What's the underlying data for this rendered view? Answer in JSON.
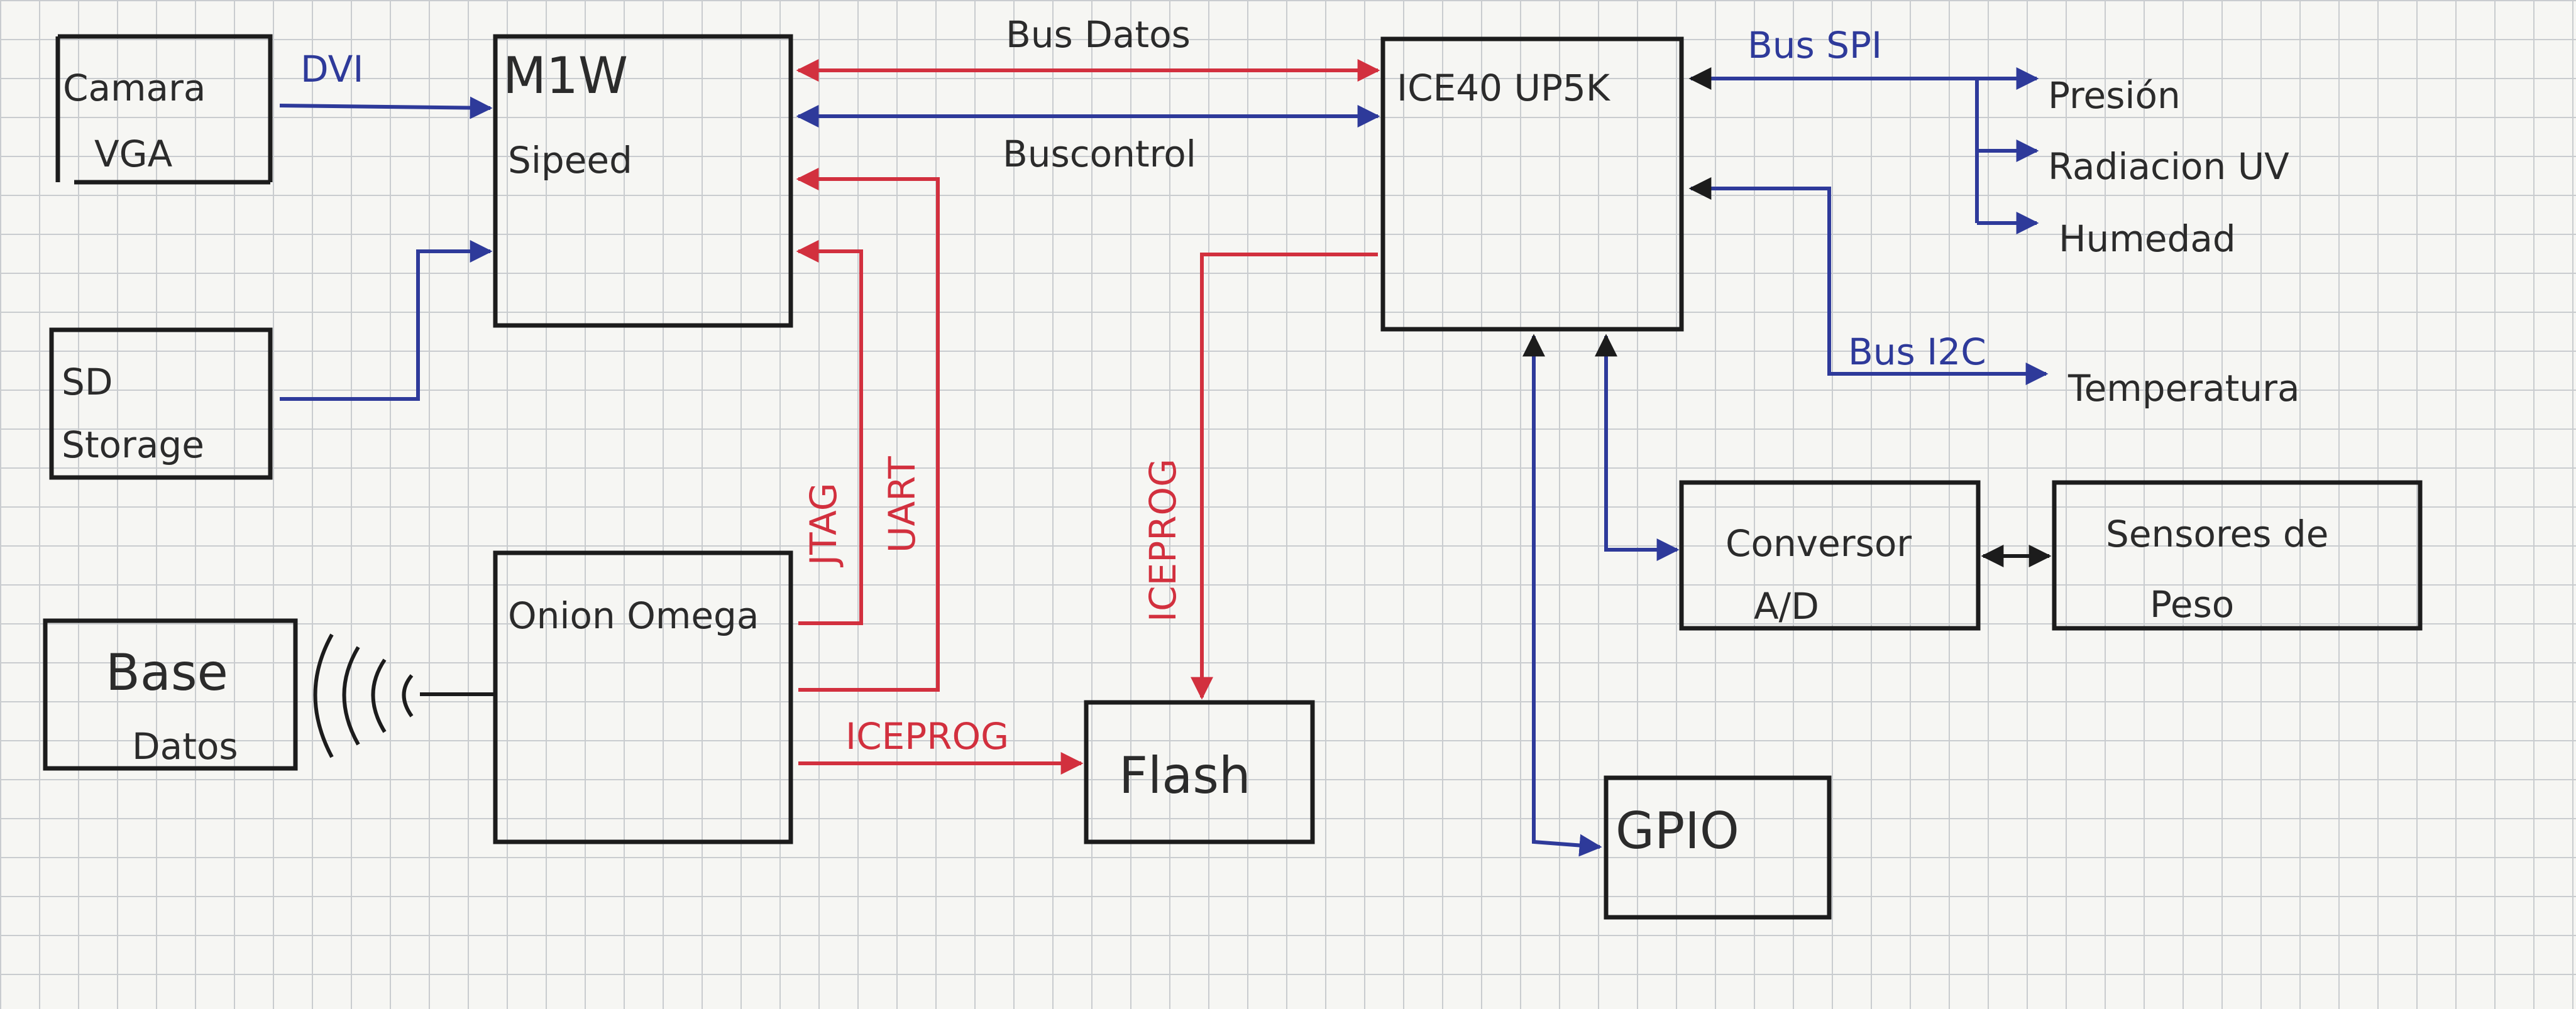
{
  "colors": {
    "ink_black": "#1c1c1c",
    "ink_blue": "#2e3a9a",
    "ink_red": "#d2303e",
    "paper": "#f6f6f3",
    "grid": "#c9cccf"
  },
  "blocks": {
    "camera": [
      "Camara",
      "VGA"
    ],
    "sd_storage": [
      "SD",
      "Storage"
    ],
    "base_datos": [
      "Base",
      "Datos"
    ],
    "m1w": [
      "M1W",
      "Sipeed"
    ],
    "onion": [
      "Onion Omega"
    ],
    "flash": [
      "Flash"
    ],
    "ice40": [
      "ICE40 UP5K"
    ],
    "gpio": [
      "GPIO"
    ],
    "adc": [
      "Conversor",
      "A/D"
    ],
    "sensores_peso": [
      "Sensores de",
      "Peso"
    ]
  },
  "links": {
    "dvi": "DVI",
    "bus_datos": "Bus Datos",
    "bus_control": "Buscontrol",
    "jtag": "JTAG",
    "uart": "UART",
    "icegprog_v": "ICEPROG",
    "icegprog_h": "ICEPROG",
    "bus_spi": "Bus SPI",
    "bus_i2c": "Bus I2C"
  },
  "sensors": {
    "presion": "Presión",
    "radiacion": "Radiacion UV",
    "humedad": "Humedad",
    "temperatura": "Temperatura"
  }
}
